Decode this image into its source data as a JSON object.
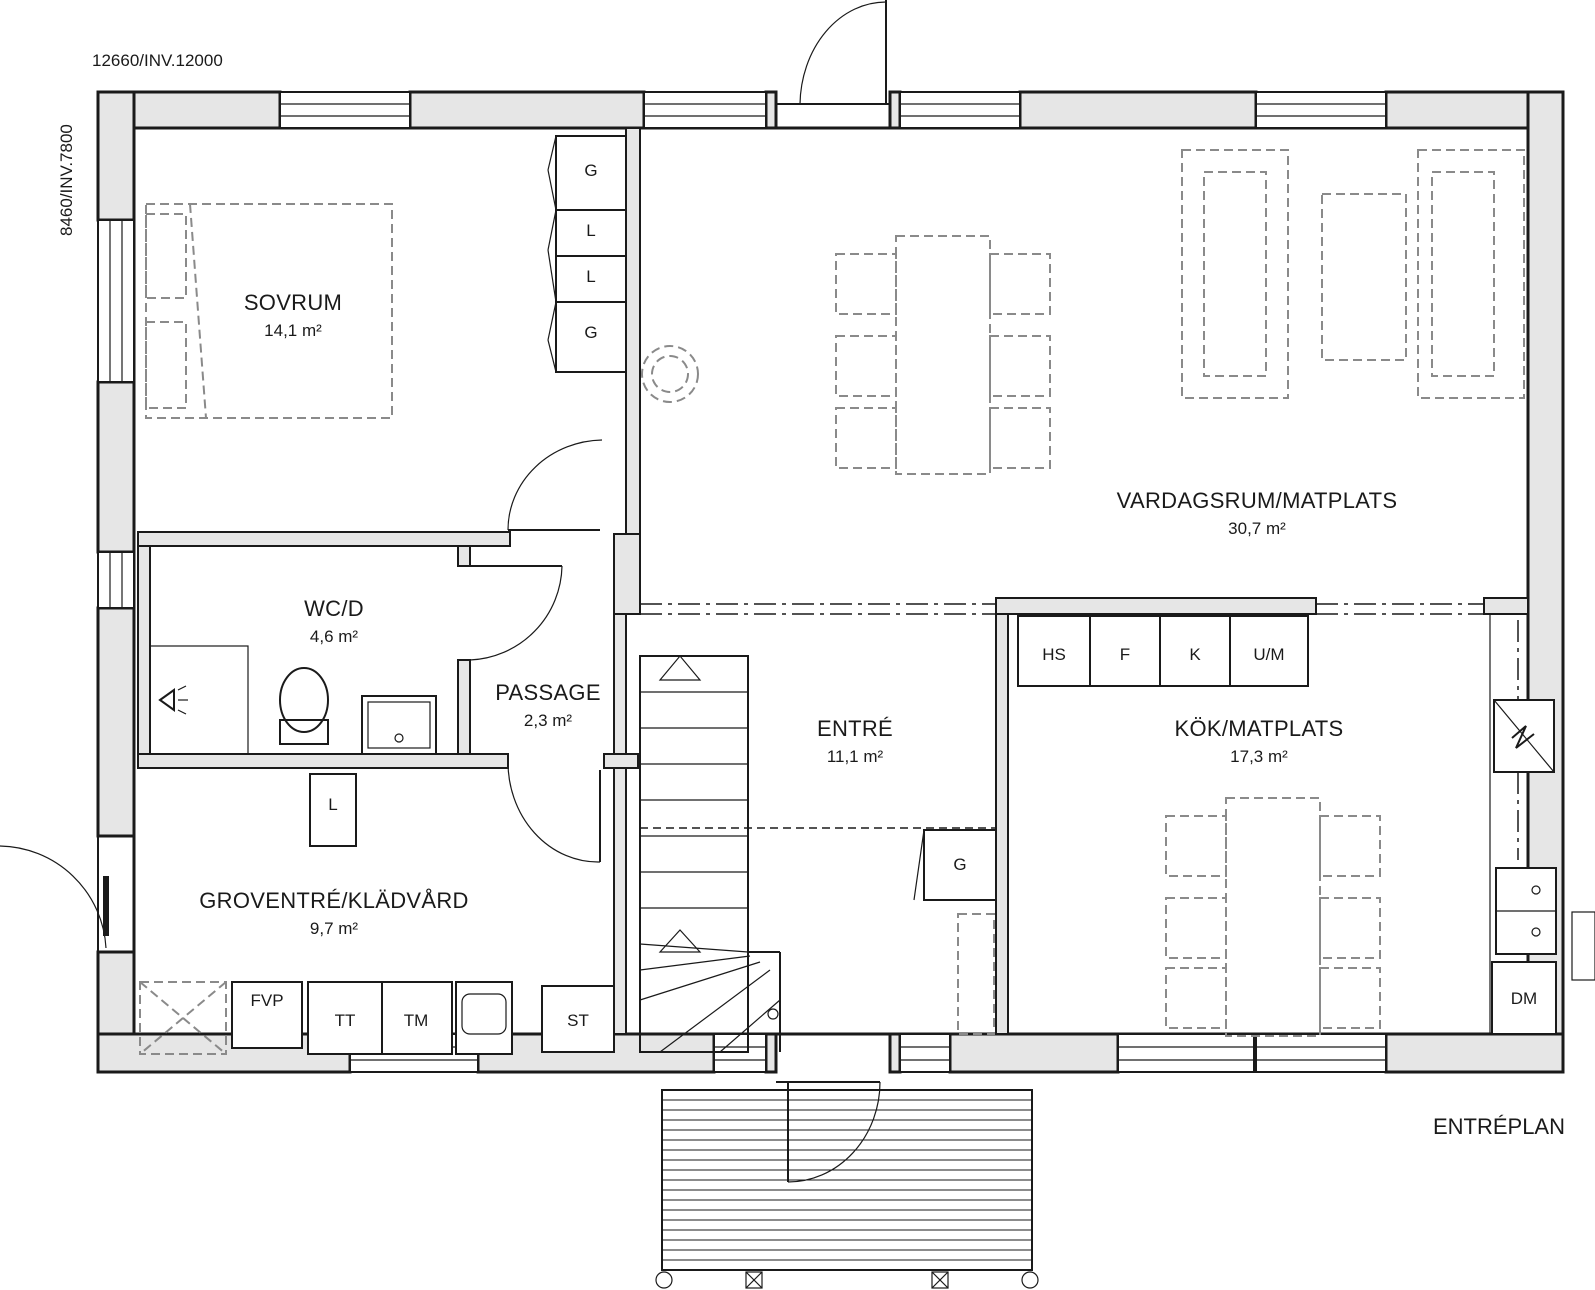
{
  "plan": {
    "plan_name": "ENTRÉPLAN",
    "width_dimension": "12660/INV.12000",
    "depth_dimension": "8460/INV.7800"
  },
  "rooms": [
    {
      "name": "SOVRUM",
      "area": "14,1 m²"
    },
    {
      "name": "WC/D",
      "area": "4,6 m²"
    },
    {
      "name": "PASSAGE",
      "area": "2,3 m²"
    },
    {
      "name": "GROVENTRÉ/KLÄDVÅRD",
      "area": "9,7 m²"
    },
    {
      "name": "ENTRÉ",
      "area": "11,1 m²"
    },
    {
      "name": "VARDAGSRUM/MATPLATS",
      "area": "30,7 m²"
    },
    {
      "name": "KÖK/MATPLATS",
      "area": "17,3 m²"
    }
  ],
  "fixtures": {
    "closet_g1": "G",
    "closet_l1": "L",
    "closet_l2": "L",
    "closet_g2": "G",
    "linen_l": "L",
    "fvp": "FVP",
    "tt": "TT",
    "tm": "TM",
    "st": "ST",
    "entre_g": "G",
    "hs": "HS",
    "f": "F",
    "k": "K",
    "um": "U/M",
    "dm": "DM"
  }
}
